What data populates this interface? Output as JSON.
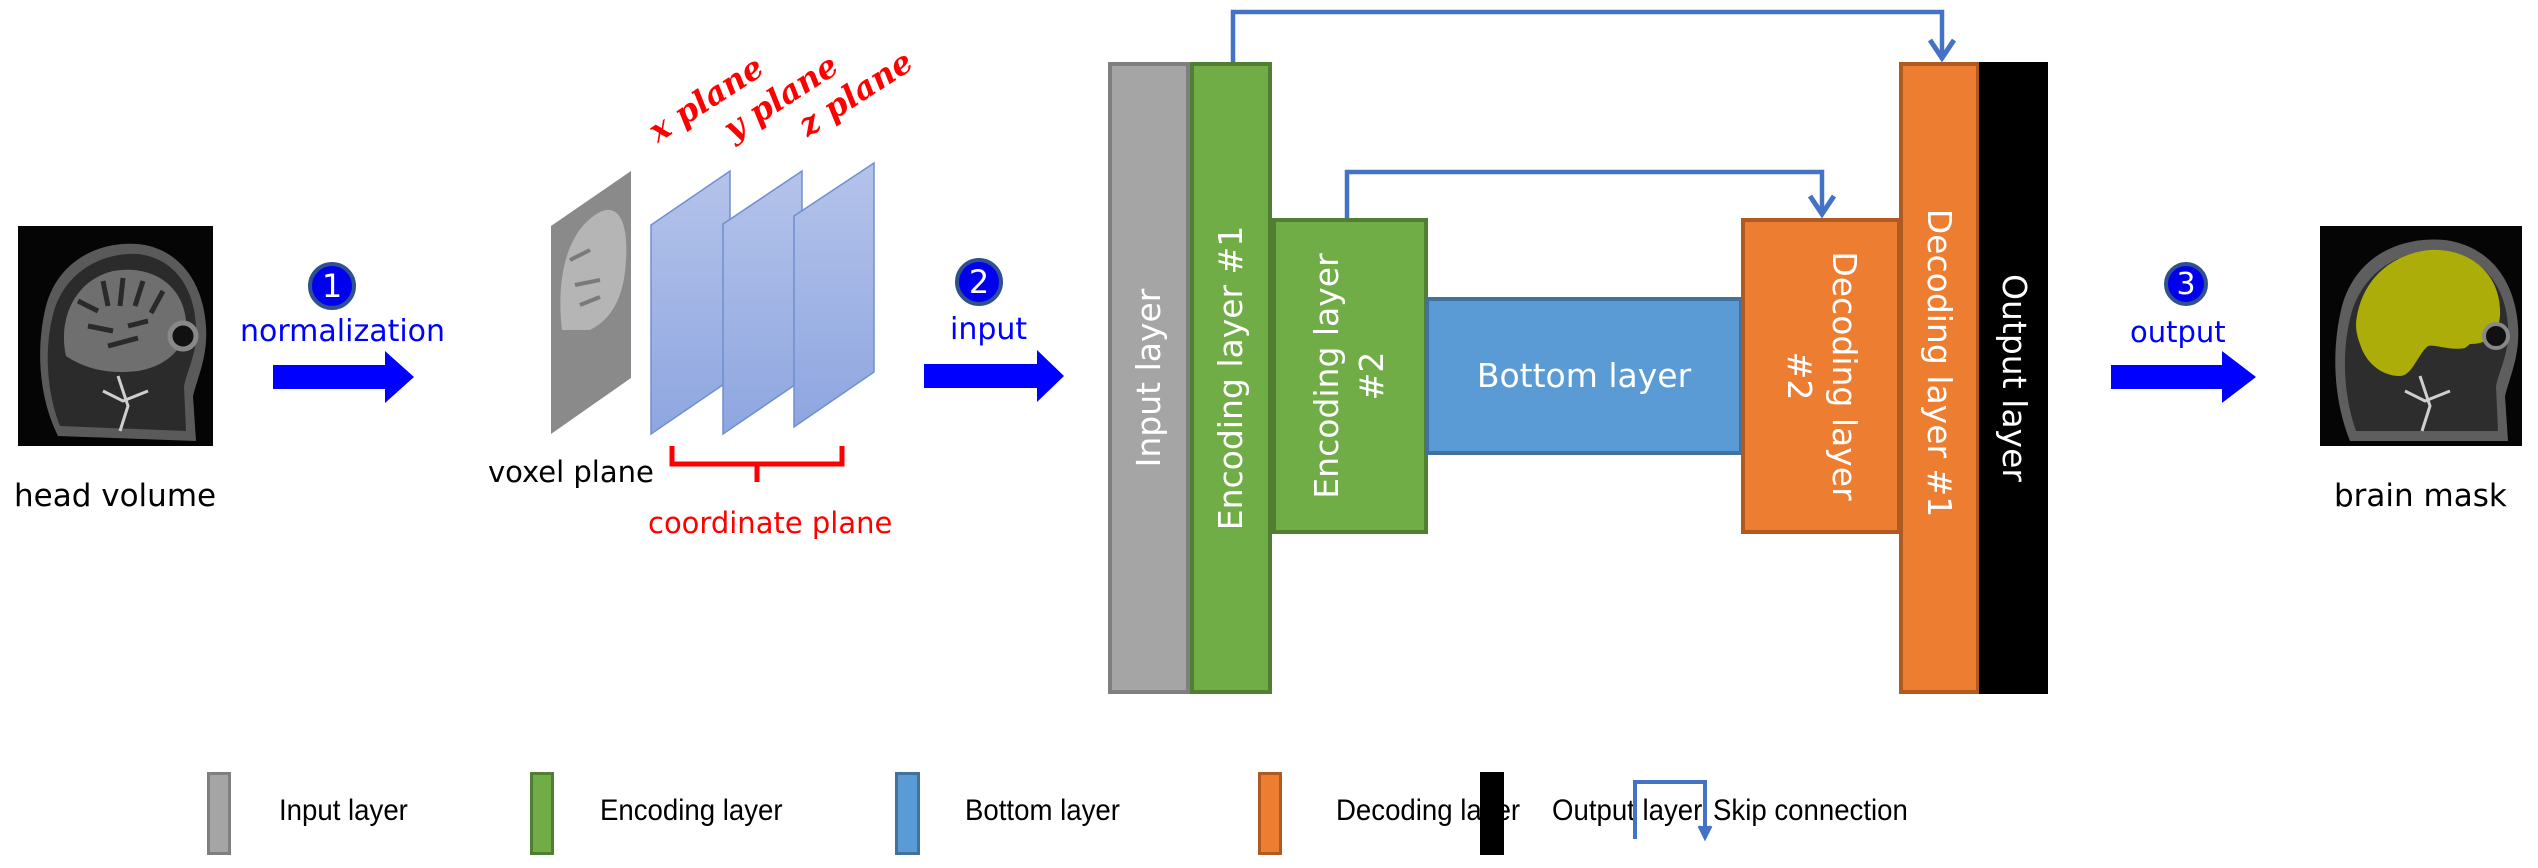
{
  "pipeline": {
    "input_image_label": "head volume",
    "output_image_label": "brain mask",
    "voxel_plane_label": "voxel plane",
    "coordinate_plane_label": "coordinate plane",
    "plane_labels": [
      "x plane",
      "y plane",
      "z plane"
    ],
    "steps": [
      {
        "number": "1",
        "label": "normalization"
      },
      {
        "number": "2",
        "label": "input"
      },
      {
        "number": "3",
        "label": "output"
      }
    ]
  },
  "network": {
    "layers": [
      {
        "id": "input",
        "label": "Input layer",
        "type": "input"
      },
      {
        "id": "enc1",
        "label": "Encoding layer #1",
        "type": "encoding"
      },
      {
        "id": "enc2",
        "label_line1": "Encoding layer",
        "label_line2": "#2",
        "type": "encoding"
      },
      {
        "id": "bottom",
        "label": "Bottom layer",
        "type": "bottom"
      },
      {
        "id": "dec2",
        "label_line1": "Decoding layer",
        "label_line2": "#2",
        "type": "decoding"
      },
      {
        "id": "dec1",
        "label": "Decoding layer #1",
        "type": "decoding"
      },
      {
        "id": "output",
        "label": "Output layer",
        "type": "output"
      }
    ],
    "skip_connections": [
      {
        "from": "Encoding layer #1",
        "to": "Decoding layer #1"
      },
      {
        "from": "Encoding layer #2",
        "to": "Decoding layer #2"
      }
    ]
  },
  "legend": {
    "items": [
      {
        "label": "Input layer",
        "color": "#a5a5a5",
        "border": "#7f7f7f"
      },
      {
        "label": "Encoding layer",
        "color": "#70ad47",
        "border": "#507e32"
      },
      {
        "label": "Bottom layer",
        "color": "#5b9bd5",
        "border": "#41719c"
      },
      {
        "label": "Decoding layer",
        "color": "#ed7d31",
        "border": "#ae5a21"
      },
      {
        "label": "Output layer",
        "color": "#000000",
        "border": "#000000"
      },
      {
        "label": "Skip connection",
        "color": "#4472c4"
      }
    ]
  },
  "colors": {
    "input": "#a5a5a5",
    "encoding": "#70ad47",
    "bottom": "#5b9bd5",
    "decoding": "#ed7d31",
    "output": "#000000",
    "skip": "#4472c4",
    "step_arrow": "#0000ff",
    "plane_label": "#ff0000",
    "coordinate_plane": "#a9bbe6"
  }
}
